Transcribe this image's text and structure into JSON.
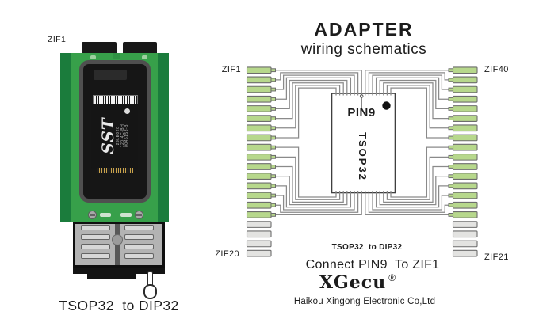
{
  "title": {
    "line1": "ADAPTER",
    "line2": "wiring schematics"
  },
  "photo": {
    "zif_label": "ZIF1",
    "caption": "TSOP32  to DIP32",
    "chip": {
      "logo": "SST",
      "line1": "29LE020",
      "line2": "120-4C-BH",
      "line3": "0045153-B"
    }
  },
  "schematic": {
    "labels": {
      "top_left": "ZIF1",
      "top_right": "ZIF40",
      "bottom_left": "ZIF20",
      "bottom_right": "ZIF21"
    },
    "chip": {
      "pin_marker": "PIN9",
      "package": "TSOP32"
    },
    "caption_bold": "TSOP32  to DIP32",
    "caption": "Connect PIN9  To ZIF1",
    "pins": {
      "per_side": 20,
      "green": 16,
      "gray": 4
    },
    "colors": {
      "green": "#b7d88c",
      "gray": "#e3e3e1",
      "pin_border": "#6d6d6d",
      "wire": "#8a8a8a",
      "chip_border": "#3f3f3f"
    }
  },
  "footer": {
    "brand": "XGecu",
    "registered": "®",
    "company": "Haikou Xingong Electronic Co,Ltd"
  }
}
